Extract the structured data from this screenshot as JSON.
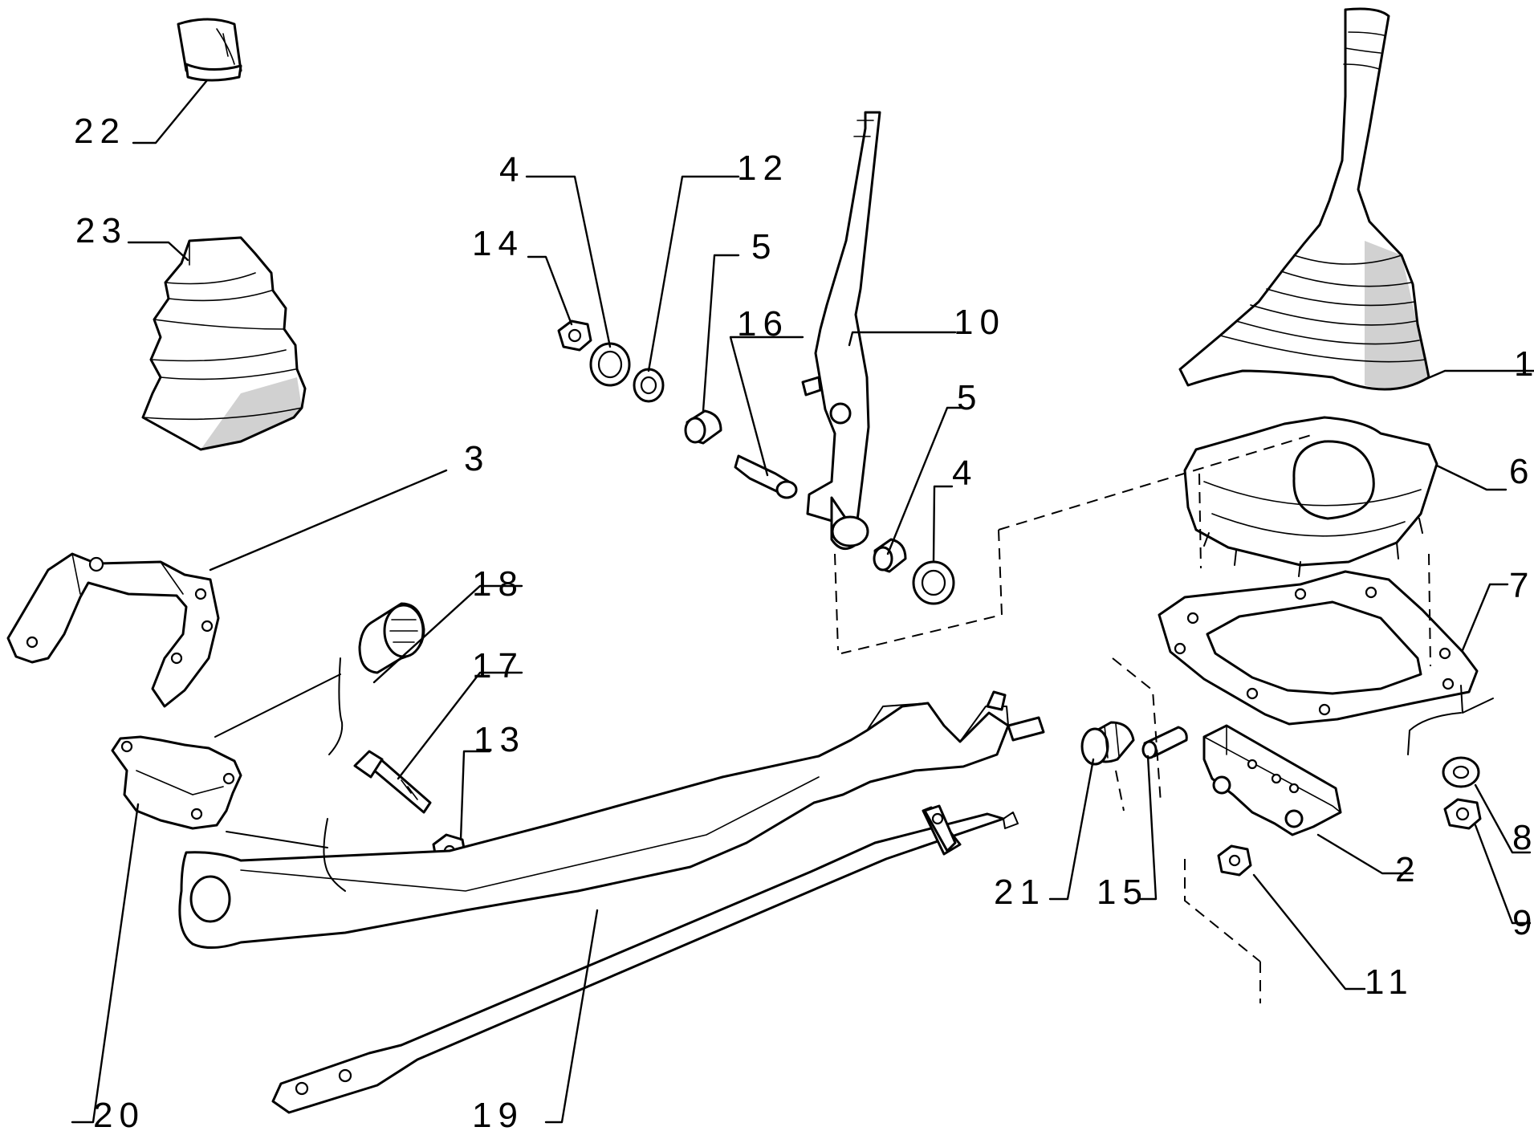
{
  "callouts": [
    {
      "id": "c1",
      "text": "1"
    },
    {
      "id": "c2",
      "text": "2"
    },
    {
      "id": "c3",
      "text": "3"
    },
    {
      "id": "c4a",
      "text": "4"
    },
    {
      "id": "c4b",
      "text": "4"
    },
    {
      "id": "c5a",
      "text": "5"
    },
    {
      "id": "c5b",
      "text": "5"
    },
    {
      "id": "c6",
      "text": "6"
    },
    {
      "id": "c7",
      "text": "7"
    },
    {
      "id": "c8",
      "text": "8"
    },
    {
      "id": "c9",
      "text": "9"
    },
    {
      "id": "c10",
      "text": "10"
    },
    {
      "id": "c11",
      "text": "11"
    },
    {
      "id": "c12",
      "text": "12"
    },
    {
      "id": "c13",
      "text": "13"
    },
    {
      "id": "c14",
      "text": "14"
    },
    {
      "id": "c15",
      "text": "15"
    },
    {
      "id": "c16",
      "text": "16"
    },
    {
      "id": "c17",
      "text": "17"
    },
    {
      "id": "c18",
      "text": "18"
    },
    {
      "id": "c19",
      "text": "19"
    },
    {
      "id": "c20",
      "text": "20"
    },
    {
      "id": "c21",
      "text": "21"
    },
    {
      "id": "c22",
      "text": "22"
    },
    {
      "id": "c23",
      "text": "23"
    }
  ]
}
